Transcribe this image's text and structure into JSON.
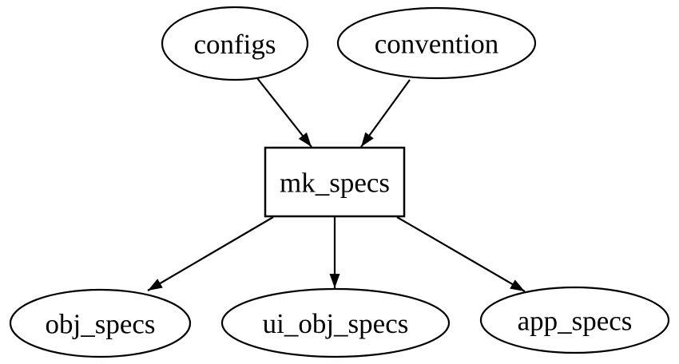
{
  "diagram": {
    "type": "directed-graph",
    "colors": {
      "background": "#ffffff",
      "stroke": "#000000",
      "text": "#000000",
      "arrowhead": "#000000"
    },
    "nodes": {
      "configs": {
        "label": "configs",
        "shape": "ellipse"
      },
      "convention": {
        "label": "convention",
        "shape": "ellipse"
      },
      "mk_specs": {
        "label": "mk_specs",
        "shape": "box"
      },
      "obj_specs": {
        "label": "obj_specs",
        "shape": "ellipse"
      },
      "ui_obj_specs": {
        "label": "ui_obj_specs",
        "shape": "ellipse"
      },
      "app_specs": {
        "label": "app_specs",
        "shape": "ellipse"
      }
    },
    "edges": [
      {
        "from": "configs",
        "to": "mk_specs"
      },
      {
        "from": "convention",
        "to": "mk_specs"
      },
      {
        "from": "mk_specs",
        "to": "obj_specs"
      },
      {
        "from": "mk_specs",
        "to": "ui_obj_specs"
      },
      {
        "from": "mk_specs",
        "to": "app_specs"
      }
    ]
  }
}
